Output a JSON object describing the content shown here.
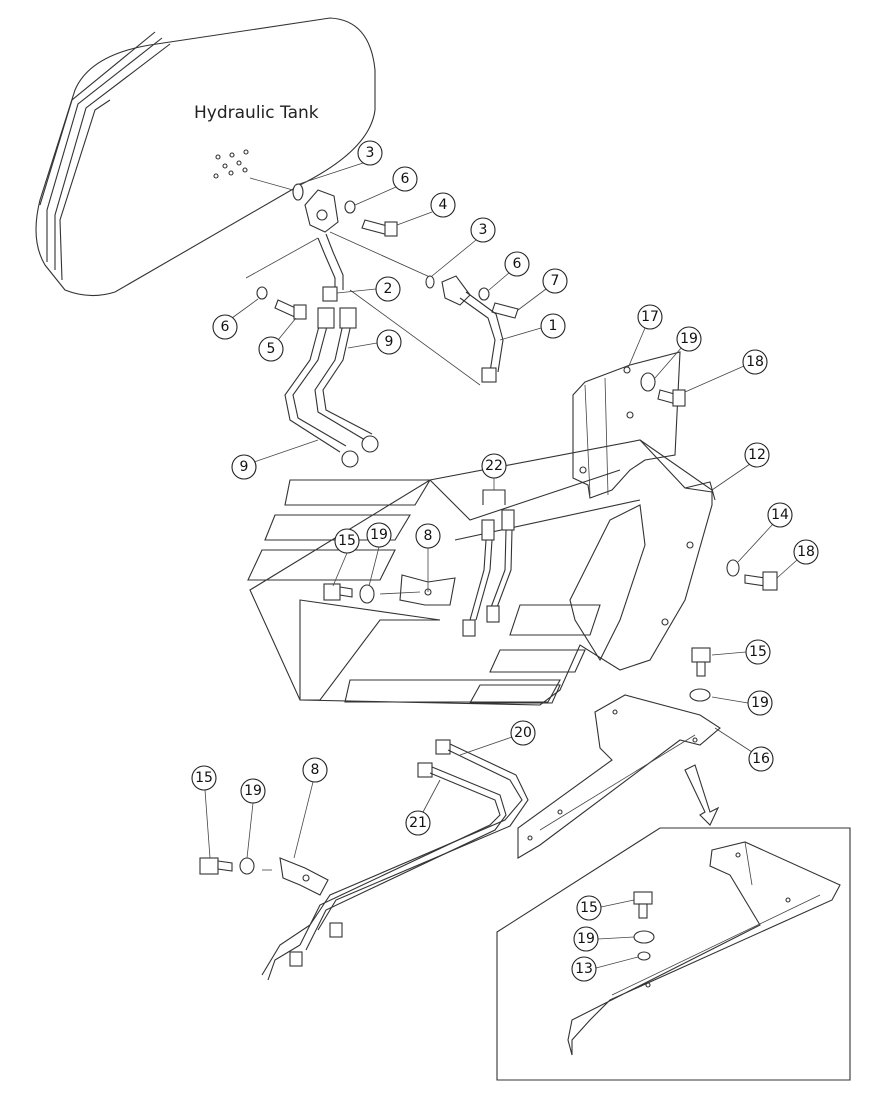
{
  "title": "Hydraulic Tank",
  "callouts": [
    {
      "id": "c3a",
      "label": "3"
    },
    {
      "id": "c6a",
      "label": "6"
    },
    {
      "id": "c4",
      "label": "4"
    },
    {
      "id": "c3b",
      "label": "3"
    },
    {
      "id": "c6b",
      "label": "6"
    },
    {
      "id": "c7",
      "label": "7"
    },
    {
      "id": "c2",
      "label": "2"
    },
    {
      "id": "c1",
      "label": "1"
    },
    {
      "id": "c6c",
      "label": "6"
    },
    {
      "id": "c5",
      "label": "5"
    },
    {
      "id": "c9a",
      "label": "9"
    },
    {
      "id": "c9b",
      "label": "9"
    },
    {
      "id": "c17",
      "label": "17"
    },
    {
      "id": "c19a",
      "label": "19"
    },
    {
      "id": "c18a",
      "label": "18"
    },
    {
      "id": "c12",
      "label": "12"
    },
    {
      "id": "c22",
      "label": "22"
    },
    {
      "id": "c14",
      "label": "14"
    },
    {
      "id": "c18b",
      "label": "18"
    },
    {
      "id": "c8a",
      "label": "8"
    },
    {
      "id": "c15a",
      "label": "15"
    },
    {
      "id": "c19b",
      "label": "19"
    },
    {
      "id": "c15b",
      "label": "15"
    },
    {
      "id": "c19c",
      "label": "19"
    },
    {
      "id": "c16",
      "label": "16"
    },
    {
      "id": "c20",
      "label": "20"
    },
    {
      "id": "c21",
      "label": "21"
    },
    {
      "id": "c15c",
      "label": "15"
    },
    {
      "id": "c19d",
      "label": "19"
    },
    {
      "id": "c8b",
      "label": "8"
    },
    {
      "id": "c15d",
      "label": "15"
    },
    {
      "id": "c19e",
      "label": "19"
    },
    {
      "id": "c13",
      "label": "13"
    }
  ]
}
